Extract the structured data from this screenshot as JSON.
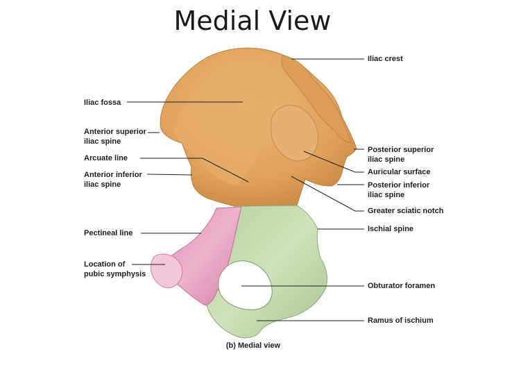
{
  "title": "Medial View",
  "caption": "(b) Medial view",
  "labels_left": {
    "iliac_fossa": [
      "Iliac fossa"
    ],
    "anterior_superior_iliac_spine": [
      "Anterior superior",
      "iliac spine"
    ],
    "arcuate_line": [
      "Arcuate line"
    ],
    "anterior_inferior_iliac_spine": [
      "Anterior inferior",
      "iliac spine"
    ],
    "pectineal_line": [
      "Pectineal line"
    ],
    "location_of_pubic_symphysis": [
      "Location of",
      "pubic symphysis"
    ]
  },
  "labels_right": {
    "iliac_crest": [
      "Iliac crest"
    ],
    "posterior_superior_iliac_spine": [
      "Posterior superior",
      "iliac spine"
    ],
    "auricular_surface": [
      "Auricular surface"
    ],
    "posterior_inferior_iliac_spine": [
      "Posterior inferior",
      "iliac spine"
    ],
    "greater_sciatic_notch": [
      "Greater sciatic notch"
    ],
    "ischial_spine": [
      "Ischial spine"
    ],
    "obturator_foramen": [
      "Obturator foramen"
    ],
    "ramus_of_ischium": [
      "Ramus of ischium"
    ]
  },
  "colors": {
    "ilium": "#e3a965",
    "ilium_shade": "#c98a45",
    "ischium": "#c9ddb3",
    "ischium_shade": "#a8c28f",
    "pubis": "#e7a6c4",
    "pubis_shade": "#d17fa6",
    "leader_line": "#1e1e1e"
  }
}
